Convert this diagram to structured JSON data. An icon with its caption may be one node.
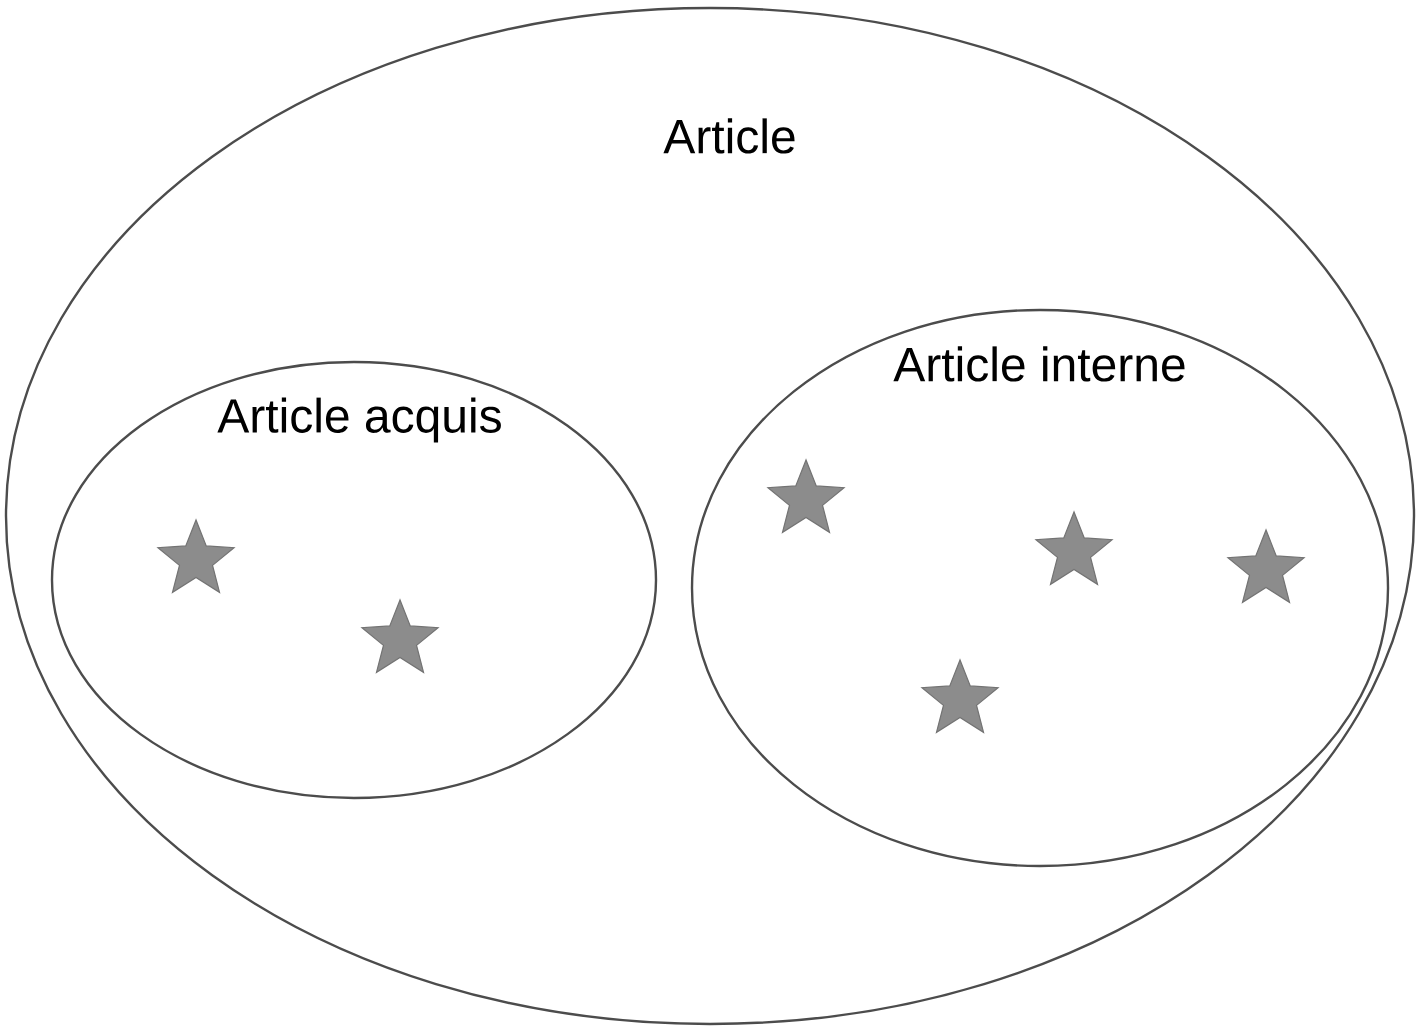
{
  "diagram": {
    "nodes": [
      {
        "text": [
          "Article"
        ]
      },
      {
        "text": [
          "Article acquis"
        ],
        "in": 0
      },
      {
        "text": [
          "Article interne"
        ],
        "in": 0
      },
      {
        "text": [],
        "shape": "star",
        "in": 1
      },
      {
        "text": [],
        "shape": "star",
        "in": 1
      },
      {
        "text": [],
        "shape": "star",
        "in": 2
      },
      {
        "text": [],
        "shape": "star",
        "in": 2
      },
      {
        "text": [],
        "shape": "star",
        "in": 2
      },
      {
        "text": [],
        "shape": "star",
        "in": 2
      }
    ]
  }
}
